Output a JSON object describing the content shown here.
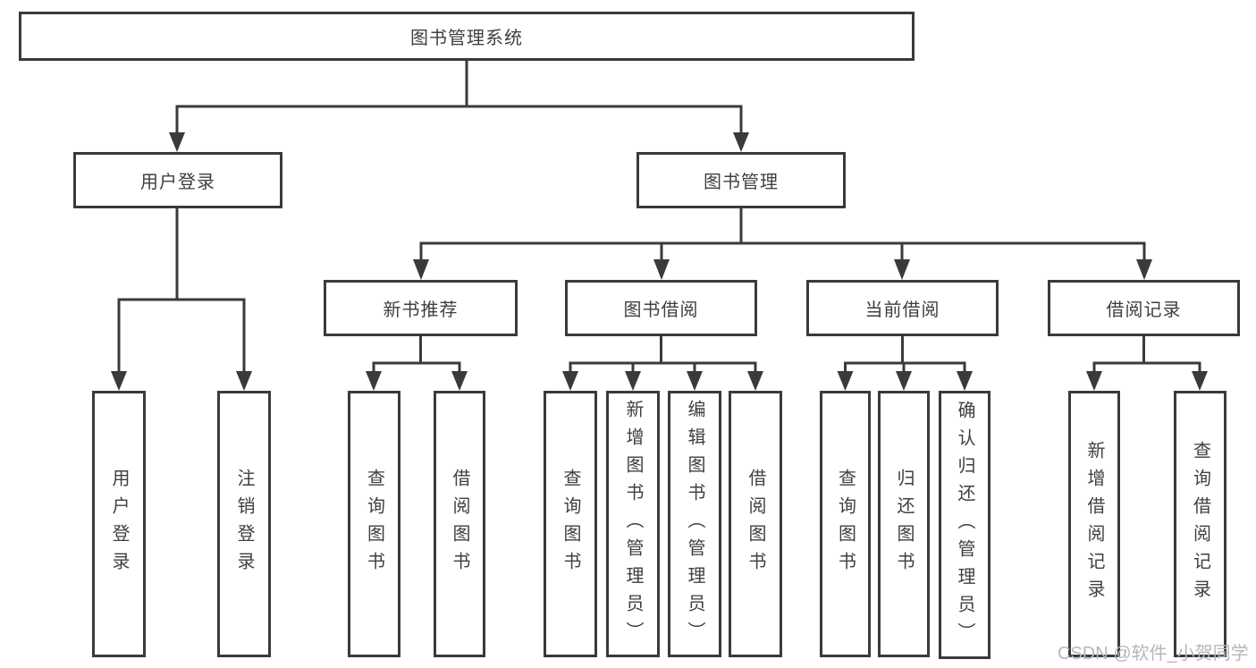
{
  "diagram": {
    "root": {
      "label": "图书管理系统"
    },
    "level2": {
      "user_login": {
        "label": "用户登录"
      },
      "book_mgmt": {
        "label": "图书管理"
      }
    },
    "level3": {
      "new_books": {
        "label": "新书推荐"
      },
      "borrow": {
        "label": "图书借阅"
      },
      "current": {
        "label": "当前借阅"
      },
      "records": {
        "label": "借阅记录"
      }
    },
    "leaves": {
      "user_login": [
        "用户登录",
        "注销登录"
      ],
      "new_books": [
        "查询图书",
        "借阅图书"
      ],
      "borrow": [
        "查询图书",
        "新增图书（管理员）",
        "编辑图书（管理员）",
        "借阅图书"
      ],
      "current": [
        "查询图书",
        "归还图书",
        "确认归还（管理员）"
      ],
      "records": [
        "新增借阅记录",
        "查询借阅记录"
      ]
    }
  },
  "watermark": {
    "text": "CSDN @软件_小贺同学"
  },
  "colors": {
    "line": "#3a3a3a",
    "text": "#3f3f3f",
    "watermark": "#b4b7bd",
    "background": "#ffffff"
  }
}
